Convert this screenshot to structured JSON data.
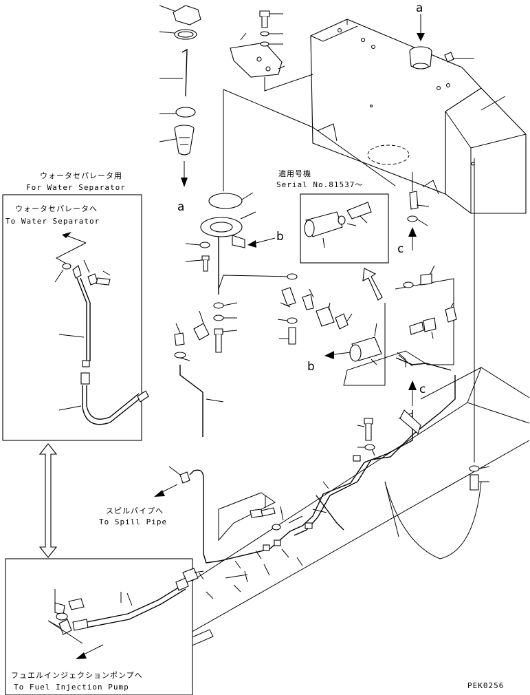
{
  "callouts": {
    "a_top": "a",
    "a_left": "a",
    "b_mid": "b",
    "b_low": "b",
    "c_right": "c",
    "c_low": "c"
  },
  "water_separator": {
    "header_jp": "ウォータセパレータ用",
    "header_en": "For Water Separator",
    "to_jp": "ウォータセパレータへ",
    "to_en": "To Water Separator"
  },
  "serial": {
    "jp": "適用号機",
    "en": "Serial No.81537～"
  },
  "spill_pipe": {
    "jp": "スピルパイプへ",
    "en": "To Spill Pipe"
  },
  "injection_pump": {
    "jp": "フュエルインジェクションポンプへ",
    "en": "To Fuel Injection Pump"
  },
  "drawing_code": "PEK0256"
}
